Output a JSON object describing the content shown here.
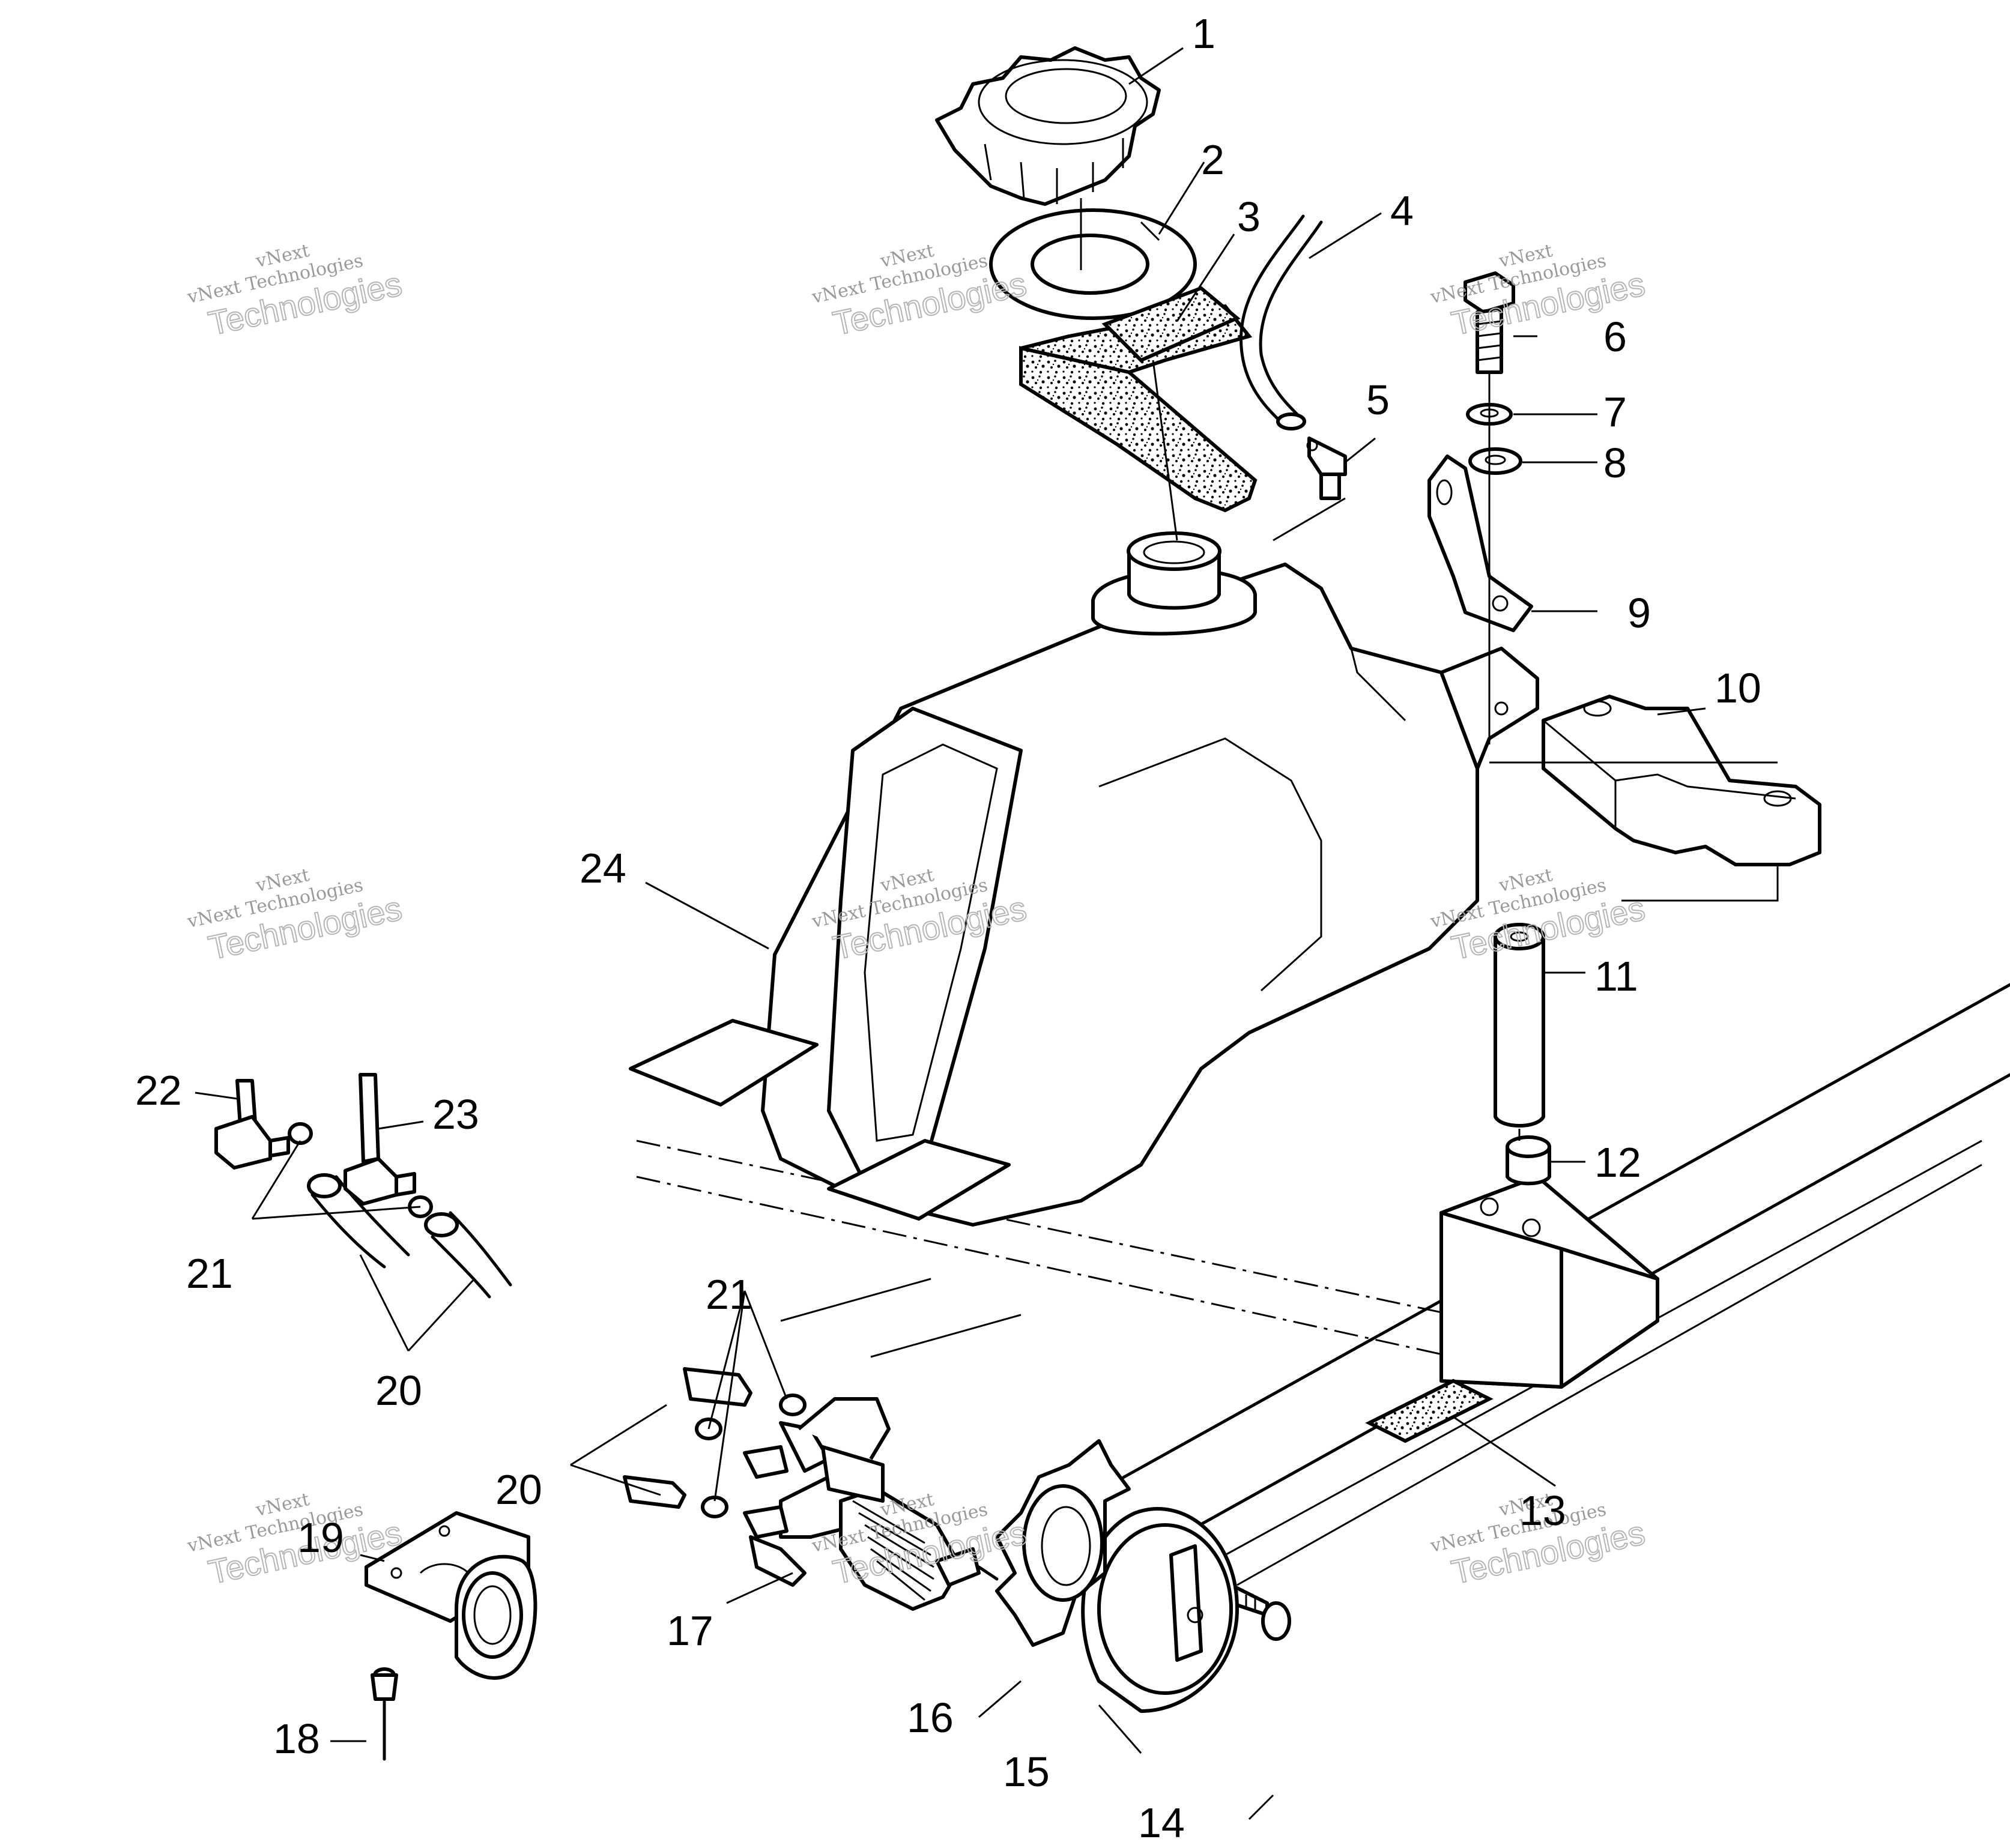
{
  "callouts": {
    "c1": "1",
    "c2": "2",
    "c3": "3",
    "c4": "4",
    "c5": "5",
    "c6": "6",
    "c7": "7",
    "c8": "8",
    "c9": "9",
    "c10": "10",
    "c11": "11",
    "c12": "12",
    "c13": "13",
    "c14": "14",
    "c15": "15",
    "c16": "16",
    "c17": "17",
    "c18": "18",
    "c19": "19",
    "c20a": "20",
    "c20b": "20",
    "c21a": "21",
    "c21b": "21",
    "c22": "22",
    "c23": "23",
    "c24": "24"
  },
  "watermark": {
    "brand": "vNext",
    "line1": "vNext Technologies",
    "line2": "Technologies"
  }
}
